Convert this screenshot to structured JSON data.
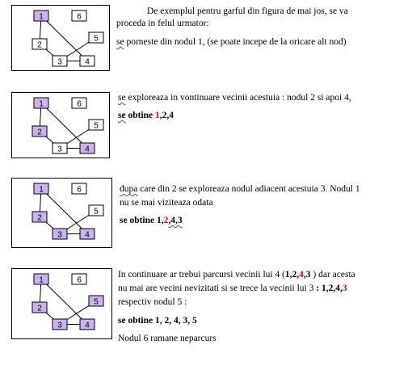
{
  "colors": {
    "visited": "#cbb3f0",
    "unvisited": "#ffffff",
    "edge": "#000000",
    "highlight": "#e00000"
  },
  "nodes": [
    "1",
    "2",
    "3",
    "4",
    "5",
    "6"
  ],
  "panels": [
    {
      "visited": [
        "1"
      ]
    },
    {
      "visited": [
        "1",
        "2",
        "4"
      ]
    },
    {
      "visited": [
        "1",
        "2",
        "3",
        "4"
      ]
    },
    {
      "visited": [
        "1",
        "2",
        "3",
        "4",
        "5"
      ]
    }
  ],
  "section1": {
    "line1": "De exemplul pentru garful din figura de mai jos, se va",
    "line2": "proceda in felul urmator:",
    "line3_word": "se",
    "line3_rest": " porneste din nodul 1, (se poate incepe de la oricare alt nod)"
  },
  "section2": {
    "line1_word": "se",
    "line1_rest": " exploreaza in vontinuare vecinii acestuia : nodul 2 si apoi 4,",
    "line2_word": "se",
    "line2_bold": " obtine ",
    "line2_red": "1",
    "line2_end": ",2,4"
  },
  "section3": {
    "line1_word": "dupa",
    "line1_rest": " care din 2 se exploreaza nodul adiacent acestuia 3. Nodul 1",
    "line2": "nu se mai viziteaza odata",
    "line3_start": "se obtine 1,",
    "line3_red": "2",
    "line3_end": ",4,3"
  },
  "section4": {
    "line1_a": "In  continuare ar trebui parcursi vecinii lui 4  (",
    "line1_b": "1,2,",
    "line1_red": "4",
    "line1_c": ",3",
    "line1_d": " )  dar acesta",
    "line2_a": "nu mai are vecini nevizitati si se trece la vecinii lui 3  ",
    "line2_b": ": 1,2,4,",
    "line2_red": "3",
    "line3": "respectiv nodul 5 :",
    "line4": "se obtine 1, 2, 4, 3, 5",
    "line5": "Nodul 6 ramane neparcurs"
  }
}
